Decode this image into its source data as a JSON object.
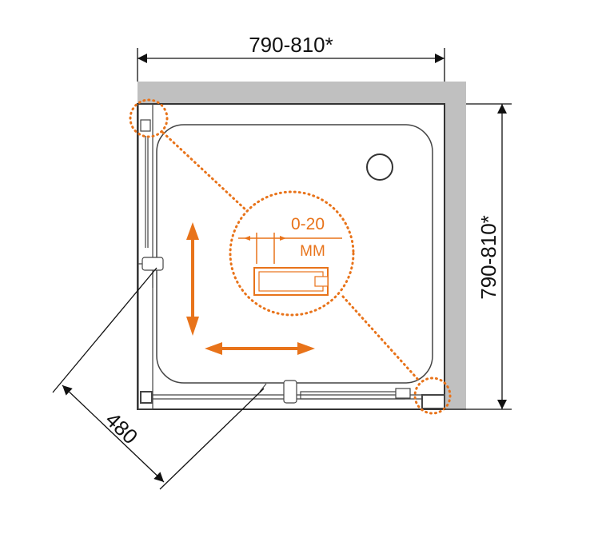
{
  "dimensions": {
    "top_width": "790-810*",
    "right_depth": "790-810*",
    "door_width": "480"
  },
  "detail_callout": {
    "adjustment_range": "0-20",
    "unit": "ММ"
  },
  "colors": {
    "wall": "#c0c0c0",
    "accent": "#e8731a",
    "outline": "#333333",
    "dimension_line": "#111111"
  },
  "icons": {
    "vertical_arrow": "double-arrow-vertical-icon",
    "horizontal_arrow": "double-arrow-horizontal-icon",
    "drain": "drain-icon"
  }
}
